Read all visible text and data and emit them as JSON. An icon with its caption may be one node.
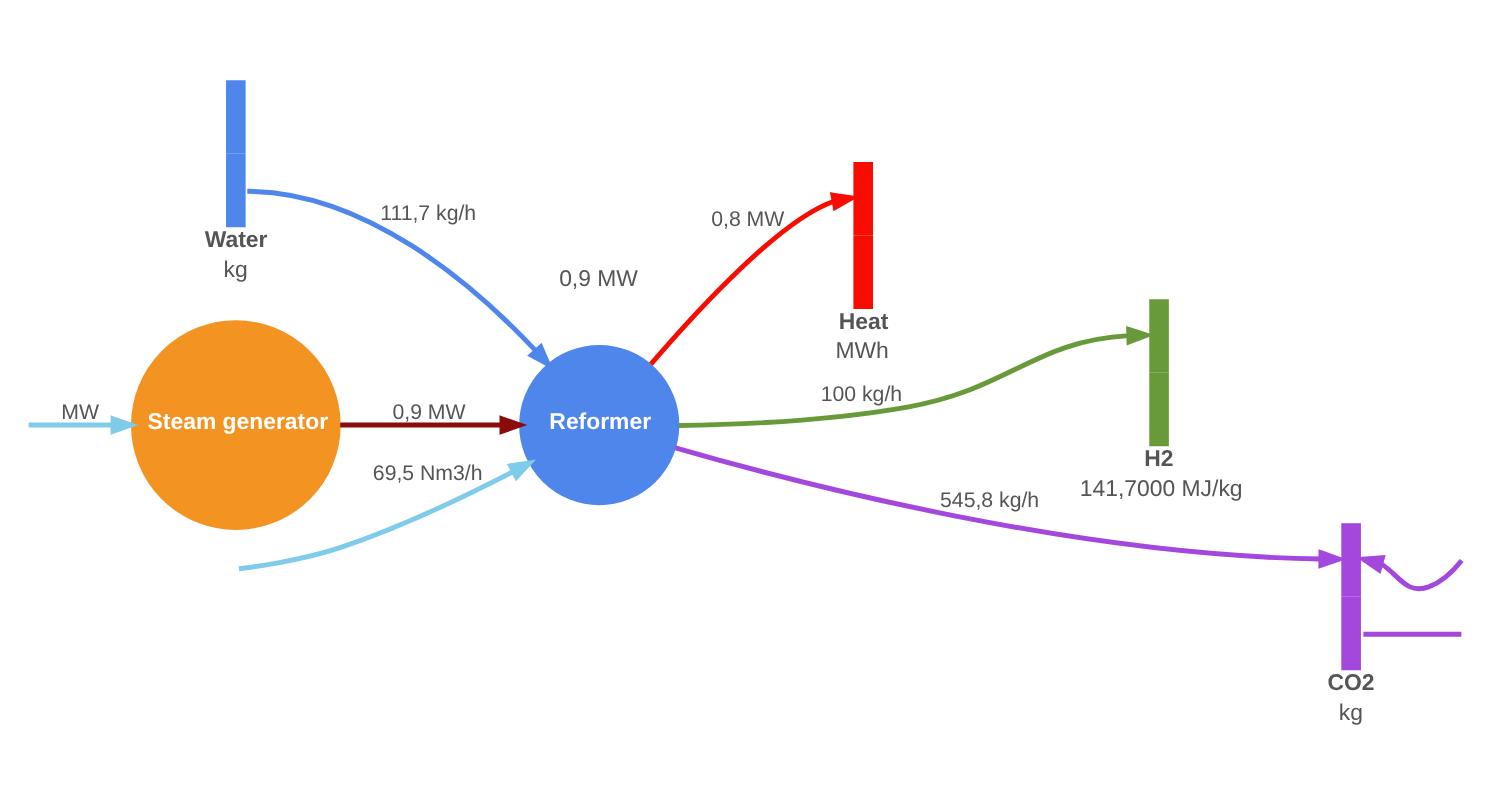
{
  "diagram": {
    "nodes": [
      {
        "text": [
          "Water",
          "kg"
        ]
      },
      {
        "text": [
          "Reformer"
        ]
      },
      {
        "text": [
          "Heat",
          "MWh"
        ]
      },
      {
        "text": [
          "H2",
          "141,7000 MJ/kg"
        ]
      },
      {
        "text": [
          "CO2",
          "kg"
        ]
      },
      {
        "text": [
          "Steam generator"
        ]
      }
    ],
    "edges": [
      {
        "from": null,
        "to": 1,
        "label": "69,5 Nm3/h",
        "arrow": "to",
        "color": "#7ecbea"
      },
      {
        "from": 0,
        "to": 1,
        "label": "111,7 kg/h",
        "arrow": "to",
        "color": "#4f86ec"
      },
      {
        "from": 5,
        "to": 1,
        "label": "0,9 MW",
        "arrow": "to",
        "color": "#8b0a0a"
      },
      {
        "from": null,
        "to": 5,
        "label": "MW",
        "arrow": "to",
        "color": "#7ecbea"
      },
      {
        "from": 1,
        "to": 4,
        "label": "545,8 kg/h",
        "arrow": "to",
        "color": "#a347dd"
      },
      {
        "from": 1,
        "to": 3,
        "label": "100 kg/h",
        "arrow": "to",
        "color": "#689a3a"
      },
      {
        "from": 1,
        "to": 2,
        "label": "0,8 MW",
        "arrow": "to",
        "color": "#f80c00"
      },
      {
        "from": null,
        "to": 4,
        "arrow": "to",
        "color": "#a347dd"
      },
      {
        "from": 4,
        "to": null,
        "arrow": "none",
        "color": "#a347dd"
      }
    ],
    "labels": [
      "0,9 MW"
    ]
  }
}
